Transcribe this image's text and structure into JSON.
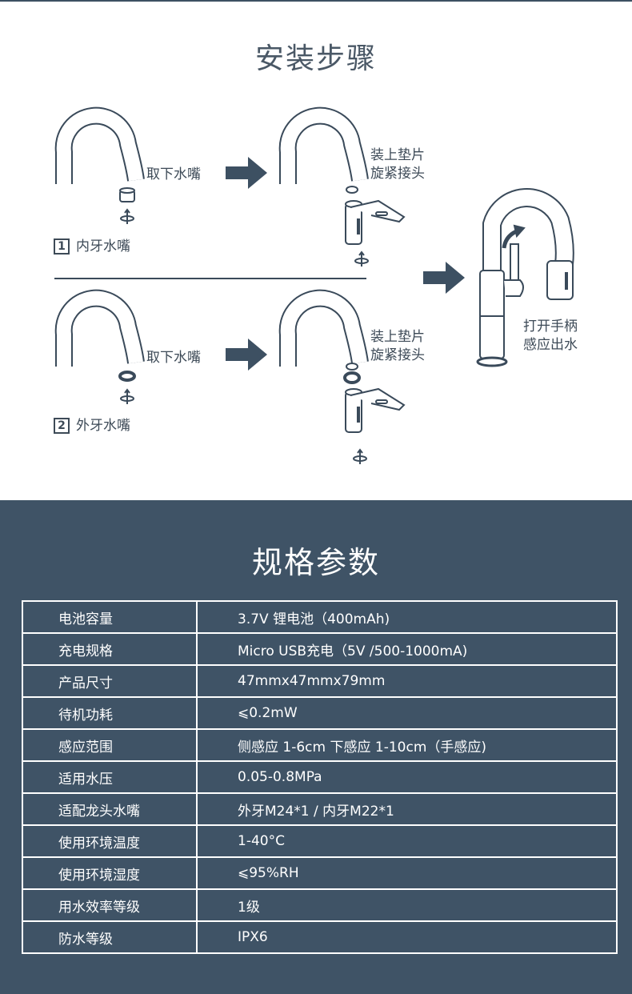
{
  "install": {
    "title": "安装步骤",
    "row1": {
      "num": "1",
      "name": "内牙水嘴",
      "step1": "取下水嘴",
      "step2_line1": "装上垫片",
      "step2_line2": "旋紧接头"
    },
    "row2": {
      "num": "2",
      "name": "外牙水嘴",
      "step1": "取下水嘴",
      "step2_line1": "装上垫片",
      "step2_line2": "旋紧接头"
    },
    "final_line1": "打开手柄",
    "final_line2": "感应出水"
  },
  "specs": {
    "title": "规格参数",
    "rows": [
      {
        "label": "电池容量",
        "value": "3.7V 锂电池（400mAh)"
      },
      {
        "label": "充电规格",
        "value": "Micro USB充电（5V /500-1000mA)"
      },
      {
        "label": "产品尺寸",
        "value": "47mmx47mmx79mm"
      },
      {
        "label": "待机功耗",
        "value": "⩽0.2mW"
      },
      {
        "label": "感应范围",
        "value": "侧感应 1-6cm  下感应 1-10cm（手感应)"
      },
      {
        "label": "适用水压",
        "value": "0.05-0.8MPa"
      },
      {
        "label": "适配龙头水嘴",
        "value": "外牙M24*1 / 内牙M22*1"
      },
      {
        "label": "使用环境温度",
        "value": "1-40°C"
      },
      {
        "label": "使用环境湿度",
        "value": "⩽95%RH"
      },
      {
        "label": "用水效率等级",
        "value": "1级"
      },
      {
        "label": "防水等级",
        "value": "IPX6"
      }
    ]
  },
  "colors": {
    "accent": "#3f5366",
    "line": "#3d4a57"
  }
}
